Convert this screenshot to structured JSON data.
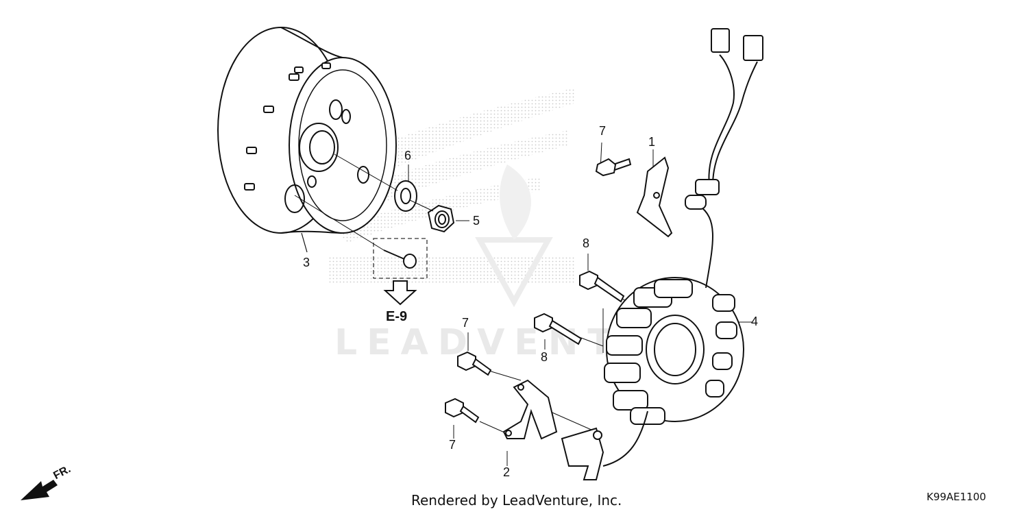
{
  "watermark": {
    "text": "LEADVENTURE"
  },
  "callouts": {
    "p1": "1",
    "p2": "2",
    "p3": "3",
    "p4": "4",
    "p5": "5",
    "p6": "6",
    "p7a": "7",
    "p7b": "7",
    "p7c": "7",
    "p8a": "8",
    "p8b": "8"
  },
  "reference": {
    "label": "E-9"
  },
  "direction": {
    "label": "FR."
  },
  "footer": {
    "credit": "Rendered by LeadVenture, Inc.",
    "diagram_code": "K99AE1100"
  }
}
